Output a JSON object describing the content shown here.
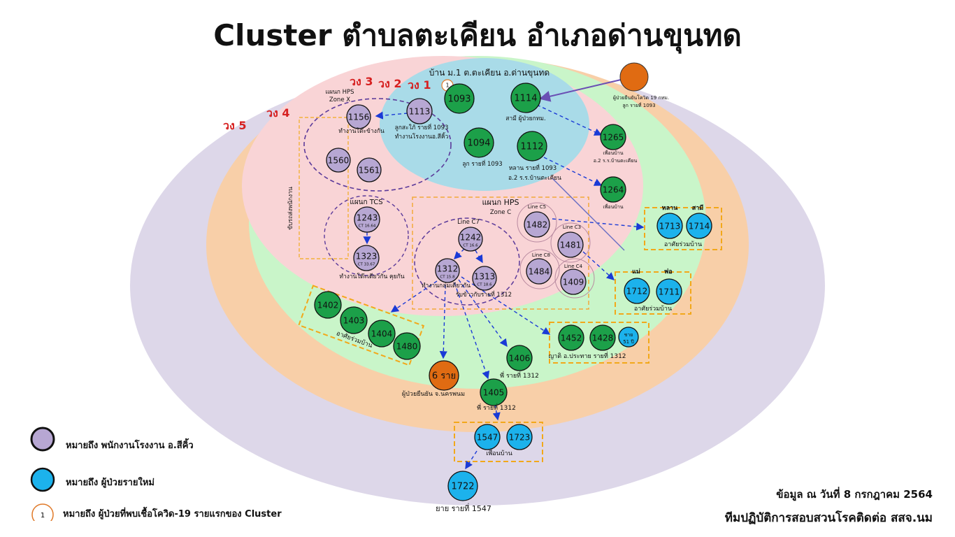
{
  "title": "Cluster ตำบลตะเคียน อำเภอด่านขุนทด",
  "colors": {
    "purple_node": "#b7a7d3",
    "green_node": "#1ca049",
    "blue_node": "#1cb2ec",
    "orange_node": "#e06b12",
    "ring5": "#ddd7e9",
    "ring4": "#f8cfa8",
    "ring3": "#c9f5c9",
    "ring2": "#f9d4d6",
    "ring1": "#a9dbe8"
  },
  "rings": {
    "ring1": "วง 1",
    "ring2": "วง 2",
    "ring3": "วง 3",
    "ring4": "วง 4",
    "ring5": "วง 5"
  },
  "headings": {
    "village": "บ้าน ม.1 ต.ตะเคียน อ.ด่านขุนทด",
    "hps_zone_x": "แผนก HPS",
    "zone_x": "Zone X",
    "tcs": "แผนก TCS",
    "hps_zone_c": "แผนก HPS",
    "zone_c": "Zone C",
    "line_c7": "Line C7",
    "line_c5": "Line C5",
    "line_c3": "Line C3",
    "line_c8": "Line C8",
    "line_c4": "Line C4",
    "vertical_box": "ขับรถส่งพนักงาน"
  },
  "nodes": {
    "n1093": "1093",
    "n1114": "1114",
    "n1094": "1094",
    "n1112": "1112",
    "n1265": "1265",
    "n1264": "1264",
    "n1113": "1113",
    "n1156": "1156",
    "n1560": "1560",
    "n1561": "1561",
    "n1243": "1243",
    "n1323": "1323",
    "n1242": "1242",
    "n1312": "1312",
    "n1313": "1313",
    "n1482": "1482",
    "n1481": "1481",
    "n1484": "1484",
    "n1409": "1409",
    "n1713": "1713",
    "n1714": "1714",
    "n1712": "1712",
    "n1711": "1711",
    "n1402": "1402",
    "n1403": "1403",
    "n1404": "1404",
    "n1480": "1480",
    "n1452": "1452",
    "n1428": "1428",
    "n_sai": "ชาย",
    "n_sai_age": "51 ปี",
    "n1406": "1406",
    "n1405": "1405",
    "n6": "6 ราย",
    "n1547": "1547",
    "n1723": "1723",
    "n1722": "1722",
    "first_case": "1"
  },
  "sub": {
    "ct1243": "CT 16.64",
    "ct1323": "CT 33.67",
    "ct1242": "CT 16.6",
    "ct1312": "CT 15.8",
    "ct1313": "CT 18.6"
  },
  "labels": {
    "source_note_1": "ผู้ป่วยยืนยันโควิด 19 กทม.",
    "source_note_2": "ลูก รายที่ 1093",
    "l1114": "สามี ผู้ป่วยกทม.",
    "l1094": "ลูก รายที่ 1093",
    "l1112a": "หลาน รายที่ 1093",
    "l1112b": "อ.2 ร.ร.บ้านตะเคียน",
    "l1265a": "เพื่อนบ้าน",
    "l1265b": "อ.2 ร.ร.บ้านตะเคียน",
    "l1264": "เพื่อนบ้าน",
    "l1113a": "ลูกสะใภ้ รายที่ 1093",
    "l1113b": "ทำงานโรงงานอ.สีคิ้ว",
    "l1156": "ทำงานโต๊ะข้างกัน",
    "l1323": "ทำงานโต๊ะเดียวกัน คุยกัน",
    "l1312": "ทำงานกลุ่มเดียวกัน",
    "l1313": "รับข้าวกับรายที่ 1312",
    "l_grandson": "หลาน",
    "l_husband": "สามี",
    "l1713": "อาศัยร่วมบ้าน",
    "l_mother": "แม่",
    "l_father": "พ่อ",
    "l1712": "อาศัยร่วมบ้าน",
    "l1402": "อาศัยร่วมบ้าน",
    "l1452": "ญาติ อ.ประทาย รายที่ 1312",
    "l1406": "พี่ รายที่ 1312",
    "l1405": "พี่ รายที่ 1312",
    "l6": "ผู้ป่วยยืนยัน จ.นครพนม",
    "l1547": "เพื่อนบ้าน",
    "l1722": "ยาย รายที่ 1547"
  },
  "legend": {
    "purple": "หมายถึง พนักงานโรงงาน อ.สีคิ้ว",
    "blue": "หมายถึง ผู้ป่วยรายใหม่",
    "first": "หมายถึง ผู้ป่วยที่พบเชื้อโควิด-19 รายแรกของ Cluster",
    "first_num": "1"
  },
  "footer": {
    "date": "ข้อมูล ณ วันที่ 8 กรกฎาคม 2564",
    "team": "ทีมปฏิบัติการสอบสวนโรคติดต่อ สสจ.นม"
  }
}
